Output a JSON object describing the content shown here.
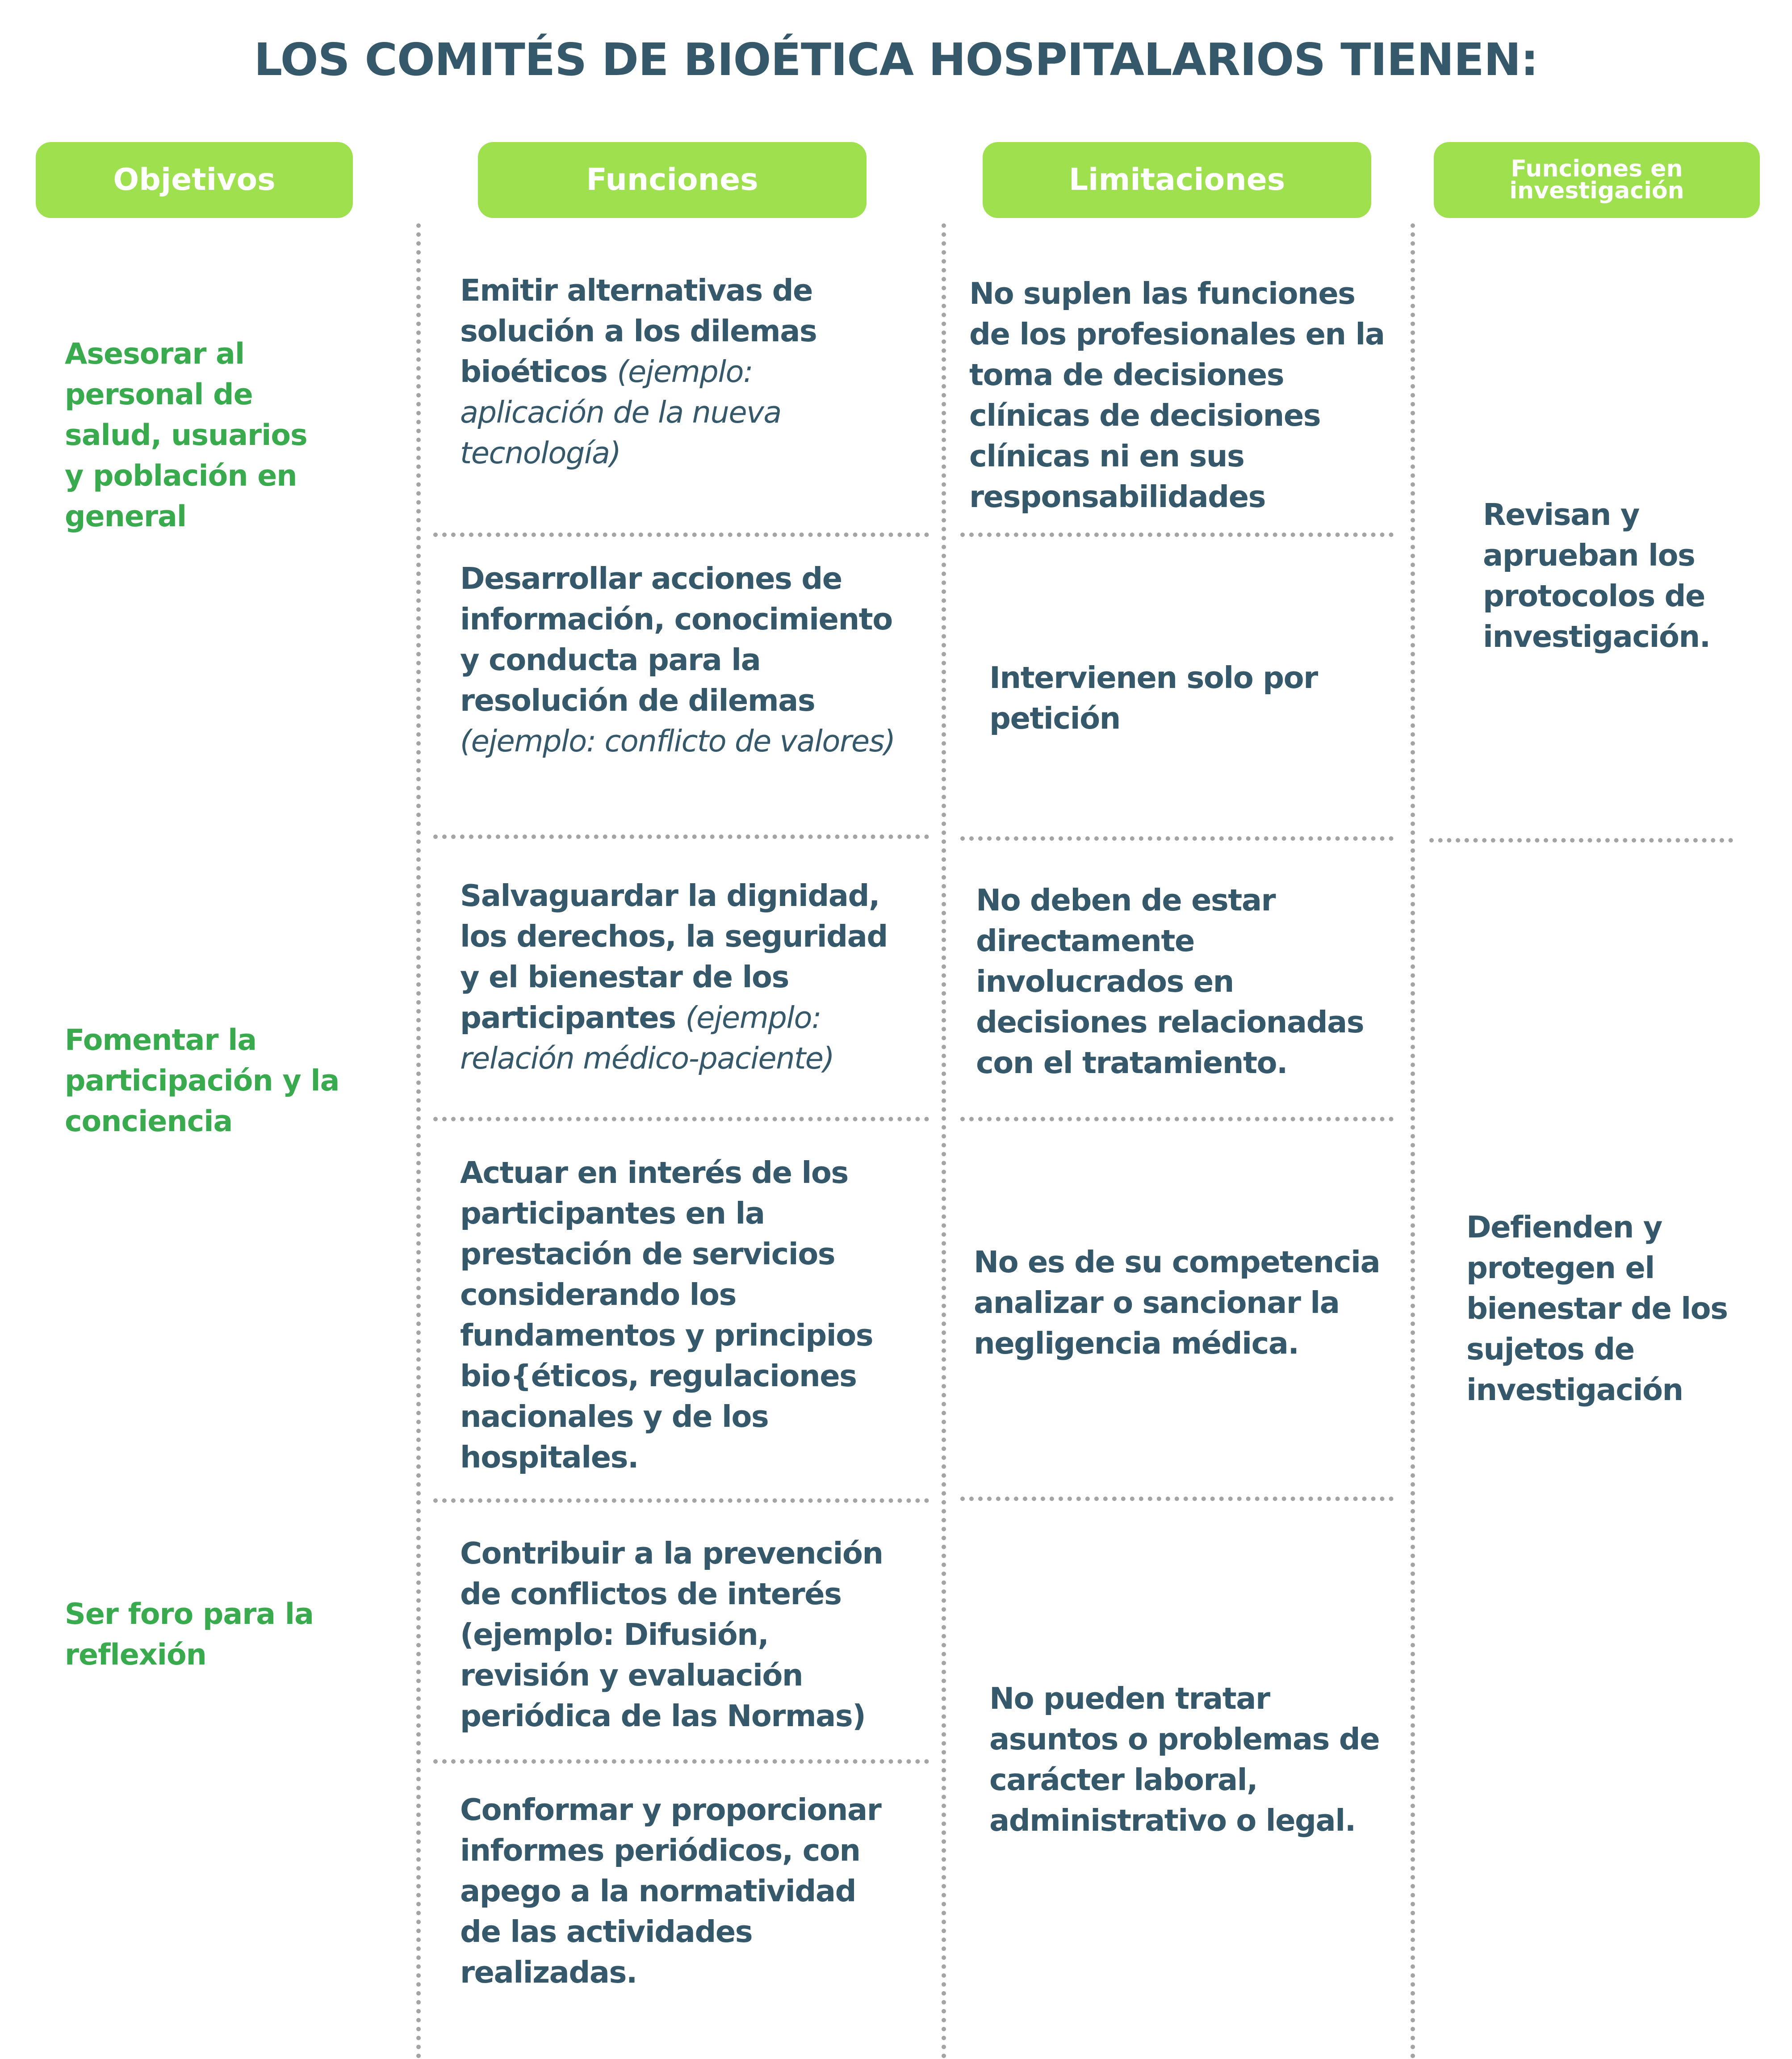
{
  "title": "LOS COMITÉS DE BIOÉTICA HOSPITALARIOS TIENEN:",
  "headers": {
    "objetivos": "Objetivos",
    "funciones": "Funciones",
    "limitaciones": "Limitaciones",
    "investigacion": "Funciones en\ninvestigación"
  },
  "objetivos": [
    "Asesorar al personal de salud, usuarios y población en general",
    "Fomentar la participación y la conciencia",
    "Ser foro para la reflexión"
  ],
  "funciones": [
    {
      "text": "Emitir alternativas de solución a los dilemas bioéticos ",
      "example": "(ejemplo: aplicación de la nueva tecnología)"
    },
    {
      "text": "Desarrollar acciones de información, conocimiento y conducta para la resolución de dilemas ",
      "example": "(ejemplo: conflicto de valores)"
    },
    {
      "text": "Salvaguardar la dignidad, los derechos, la seguridad y el bienestar de los participantes ",
      "example": "(ejemplo: relación médico-paciente)"
    },
    {
      "text": "Actuar en interés de los participantes en la prestación de servicios considerando los fundamentos y principios bio{éticos, regulaciones nacionales y de los hospitales.",
      "example": ""
    },
    {
      "text": "Contribuir a la prevención de conflictos de interés (ejemplo: Difusión, revisión y evaluación periódica de las Normas)",
      "example": ""
    },
    {
      "text": "Conformar y proporcionar informes periódicos, con apego a la normatividad de las actividades realizadas.",
      "example": ""
    }
  ],
  "limitaciones": [
    "No suplen las funciones de los profesionales en la toma de decisiones clínicas de decisiones clínicas ni en sus responsabilidades",
    "Intervienen solo por petición",
    "No deben de estar directamente involucrados en decisiones relacionadas con el tratamiento.",
    "No es de su competencia analizar o sancionar la negligencia médica.",
    "No pueden tratar asuntos o problemas de carácter laboral, administrativo o legal."
  ],
  "investigacion": [
    "Revisan y aprueban los protocolos de investigación.",
    "Defienden y protegen el bienestar de los sujetos de investigación"
  ],
  "colors": {
    "header_bg": "#9ee04e",
    "header_text": "#ffffff",
    "title_text": "#35586a",
    "body_text": "#35586a",
    "objective_text": "#3aaa4f",
    "divider": "#a4a4a4"
  }
}
